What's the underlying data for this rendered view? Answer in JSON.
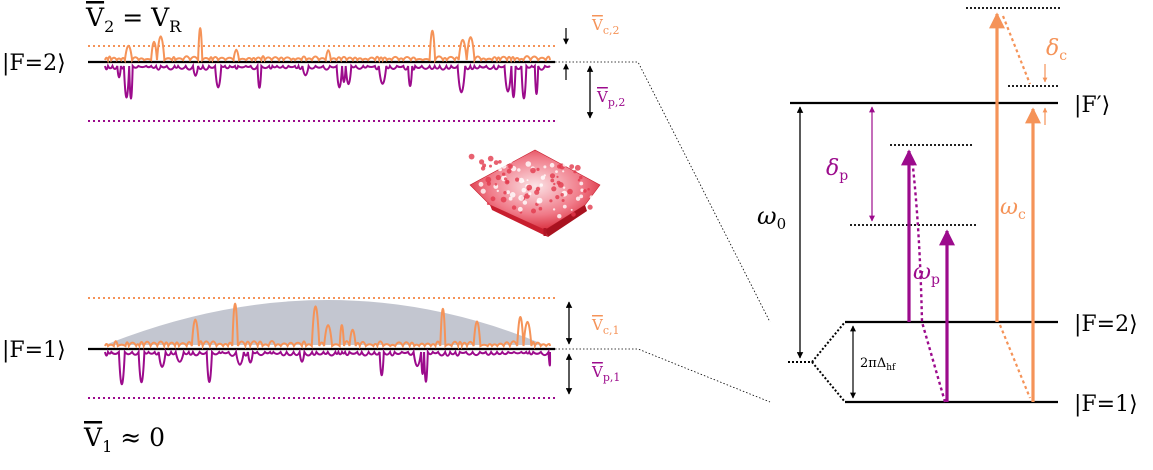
{
  "labels": {
    "v2_eq": "V̅₂ = V_R",
    "v1_approx": "V̅₁ ≈ 0",
    "vc2": "V̅c,2",
    "vp2": "V̅p,2",
    "vc1": "V̅c,1",
    "vp1": "V̅p,1",
    "left_F2": "|F=2⟩",
    "left_F1": "|F=1⟩",
    "right_Fprime": "|F′⟩",
    "right_F2": "|F=2⟩",
    "right_F1": "|F=1⟩",
    "omega0": "ω₀",
    "omega_p": "ωp",
    "omega_c": "ωc",
    "delta_p": "δp",
    "delta_c": "δc",
    "hyperfine": "2πΔhf"
  },
  "colors": {
    "coupling": "#f59358",
    "probe": "#9c0b8c",
    "level": "#000000",
    "atom_cloud": "#b9bcc8",
    "speckle": "#e0364a"
  },
  "icons": {
    "speckle_surface": "speckle-surface-3d-icon"
  }
}
